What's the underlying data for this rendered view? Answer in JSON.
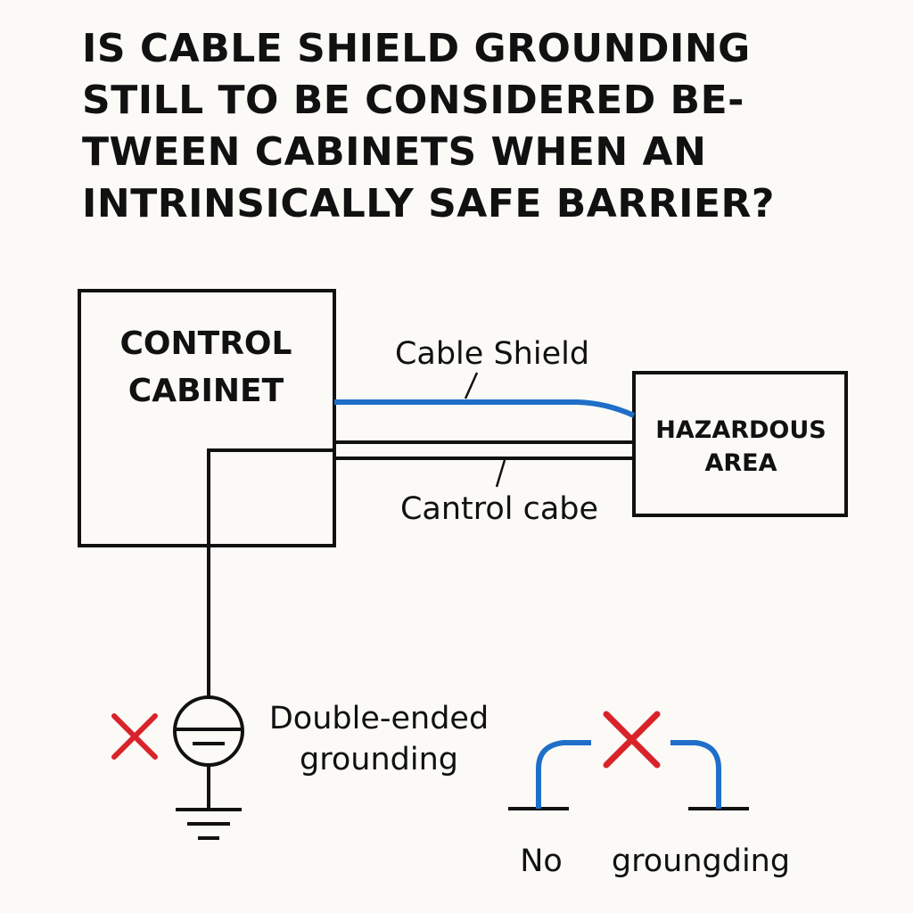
{
  "title": {
    "lines": [
      "IS CABLE SHIELD GROUNDING",
      "STILL TO BE CONSIDERED BE-",
      "TWEEN CABINETS WHEN AN",
      "INTRINSICALLY SAFE BARRIER?"
    ]
  },
  "diagram": {
    "control_cabinet": {
      "line1": "CONTROL",
      "line2": "CABINET"
    },
    "hazardous_area": {
      "line1": "HAZARDOUS",
      "line2": "AREA"
    },
    "cable_shield_label": "Cable Shield",
    "control_cable_label": "Cantrol cabe",
    "double_ended": {
      "line1": "Double-ended",
      "line2": "grounding"
    },
    "no_grounding": {
      "word1": "No",
      "word2": "groungding"
    }
  },
  "colors": {
    "shield_blue": "#1f6fc9",
    "cross_red": "#d9232a",
    "line_black": "#111111",
    "background": "#fbfaf7"
  },
  "icons": [
    "x-mark-icon",
    "ground-symbol-icon",
    "earth-ground-icon"
  ]
}
